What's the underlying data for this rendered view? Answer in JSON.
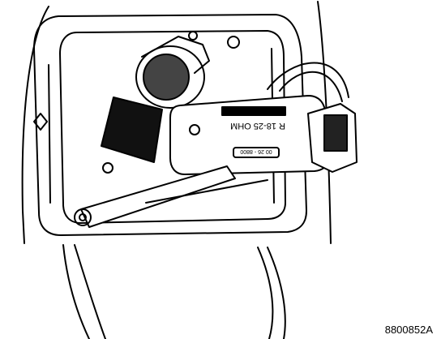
{
  "diagram": {
    "component_label": "R 18-25 OHM",
    "part_number": "00 26 - 8800",
    "figure_id": "8800852A",
    "colors": {
      "line": "#000000",
      "background": "#ffffff",
      "fill_dark": "#111111"
    }
  }
}
